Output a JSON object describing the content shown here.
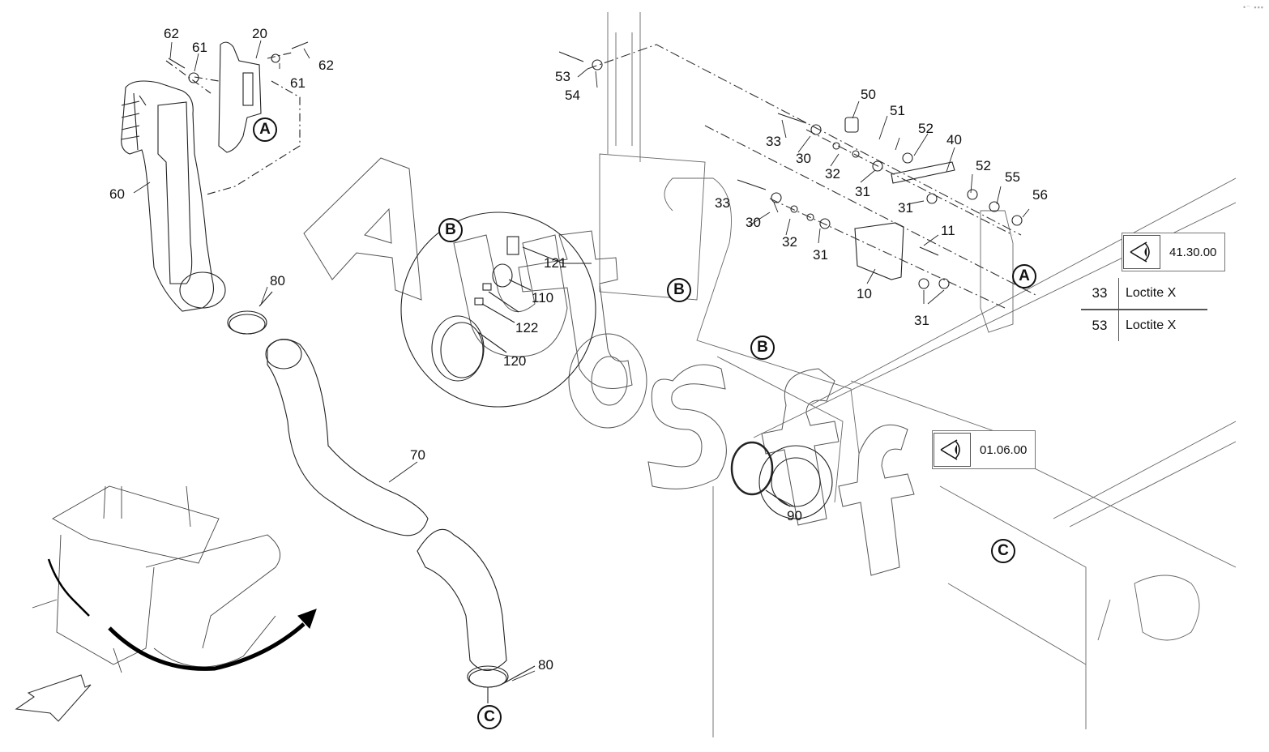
{
  "diagram": {
    "type": "exploded-parts-diagram",
    "part_labels": [
      {
        "id": "62a",
        "text": "62"
      },
      {
        "id": "61a",
        "text": "61"
      },
      {
        "id": "20",
        "text": "20"
      },
      {
        "id": "61b",
        "text": "61"
      },
      {
        "id": "62b",
        "text": "62"
      },
      {
        "id": "60",
        "text": "60"
      },
      {
        "id": "80a",
        "text": "80"
      },
      {
        "id": "70",
        "text": "70"
      },
      {
        "id": "80b",
        "text": "80"
      },
      {
        "id": "121",
        "text": "121"
      },
      {
        "id": "110",
        "text": "110"
      },
      {
        "id": "122",
        "text": "122"
      },
      {
        "id": "120",
        "text": "120"
      },
      {
        "id": "53",
        "text": "53"
      },
      {
        "id": "54",
        "text": "54"
      },
      {
        "id": "50",
        "text": "50"
      },
      {
        "id": "51",
        "text": "51"
      },
      {
        "id": "52a",
        "text": "52"
      },
      {
        "id": "40",
        "text": "40"
      },
      {
        "id": "33a",
        "text": "33"
      },
      {
        "id": "30a",
        "text": "30"
      },
      {
        "id": "32a",
        "text": "32"
      },
      {
        "id": "31a",
        "text": "31"
      },
      {
        "id": "31b",
        "text": "31"
      },
      {
        "id": "52b",
        "text": "52"
      },
      {
        "id": "55",
        "text": "55"
      },
      {
        "id": "56",
        "text": "56"
      },
      {
        "id": "33b",
        "text": "33"
      },
      {
        "id": "30b",
        "text": "30"
      },
      {
        "id": "32b",
        "text": "32"
      },
      {
        "id": "31c",
        "text": "31"
      },
      {
        "id": "11",
        "text": "11"
      },
      {
        "id": "10",
        "text": "10"
      },
      {
        "id": "31d",
        "text": "31"
      },
      {
        "id": "90",
        "text": "90"
      }
    ],
    "detail_markers": [
      {
        "id": "A1",
        "text": "A"
      },
      {
        "id": "A2",
        "text": "A"
      },
      {
        "id": "B1",
        "text": "B"
      },
      {
        "id": "B2",
        "text": "B"
      },
      {
        "id": "B3",
        "text": "B"
      },
      {
        "id": "C1",
        "text": "C"
      },
      {
        "id": "C2",
        "text": "C"
      }
    ],
    "reference_boxes": [
      {
        "icon": "eye-icon",
        "code": "41.30.00"
      },
      {
        "icon": "eye-icon",
        "code": "01.06.00"
      }
    ],
    "loctite_table": [
      {
        "part": "33",
        "compound": "Loctite X"
      },
      {
        "part": "53",
        "compound": "Loctite X"
      }
    ],
    "watermark": "AutoSoft"
  }
}
